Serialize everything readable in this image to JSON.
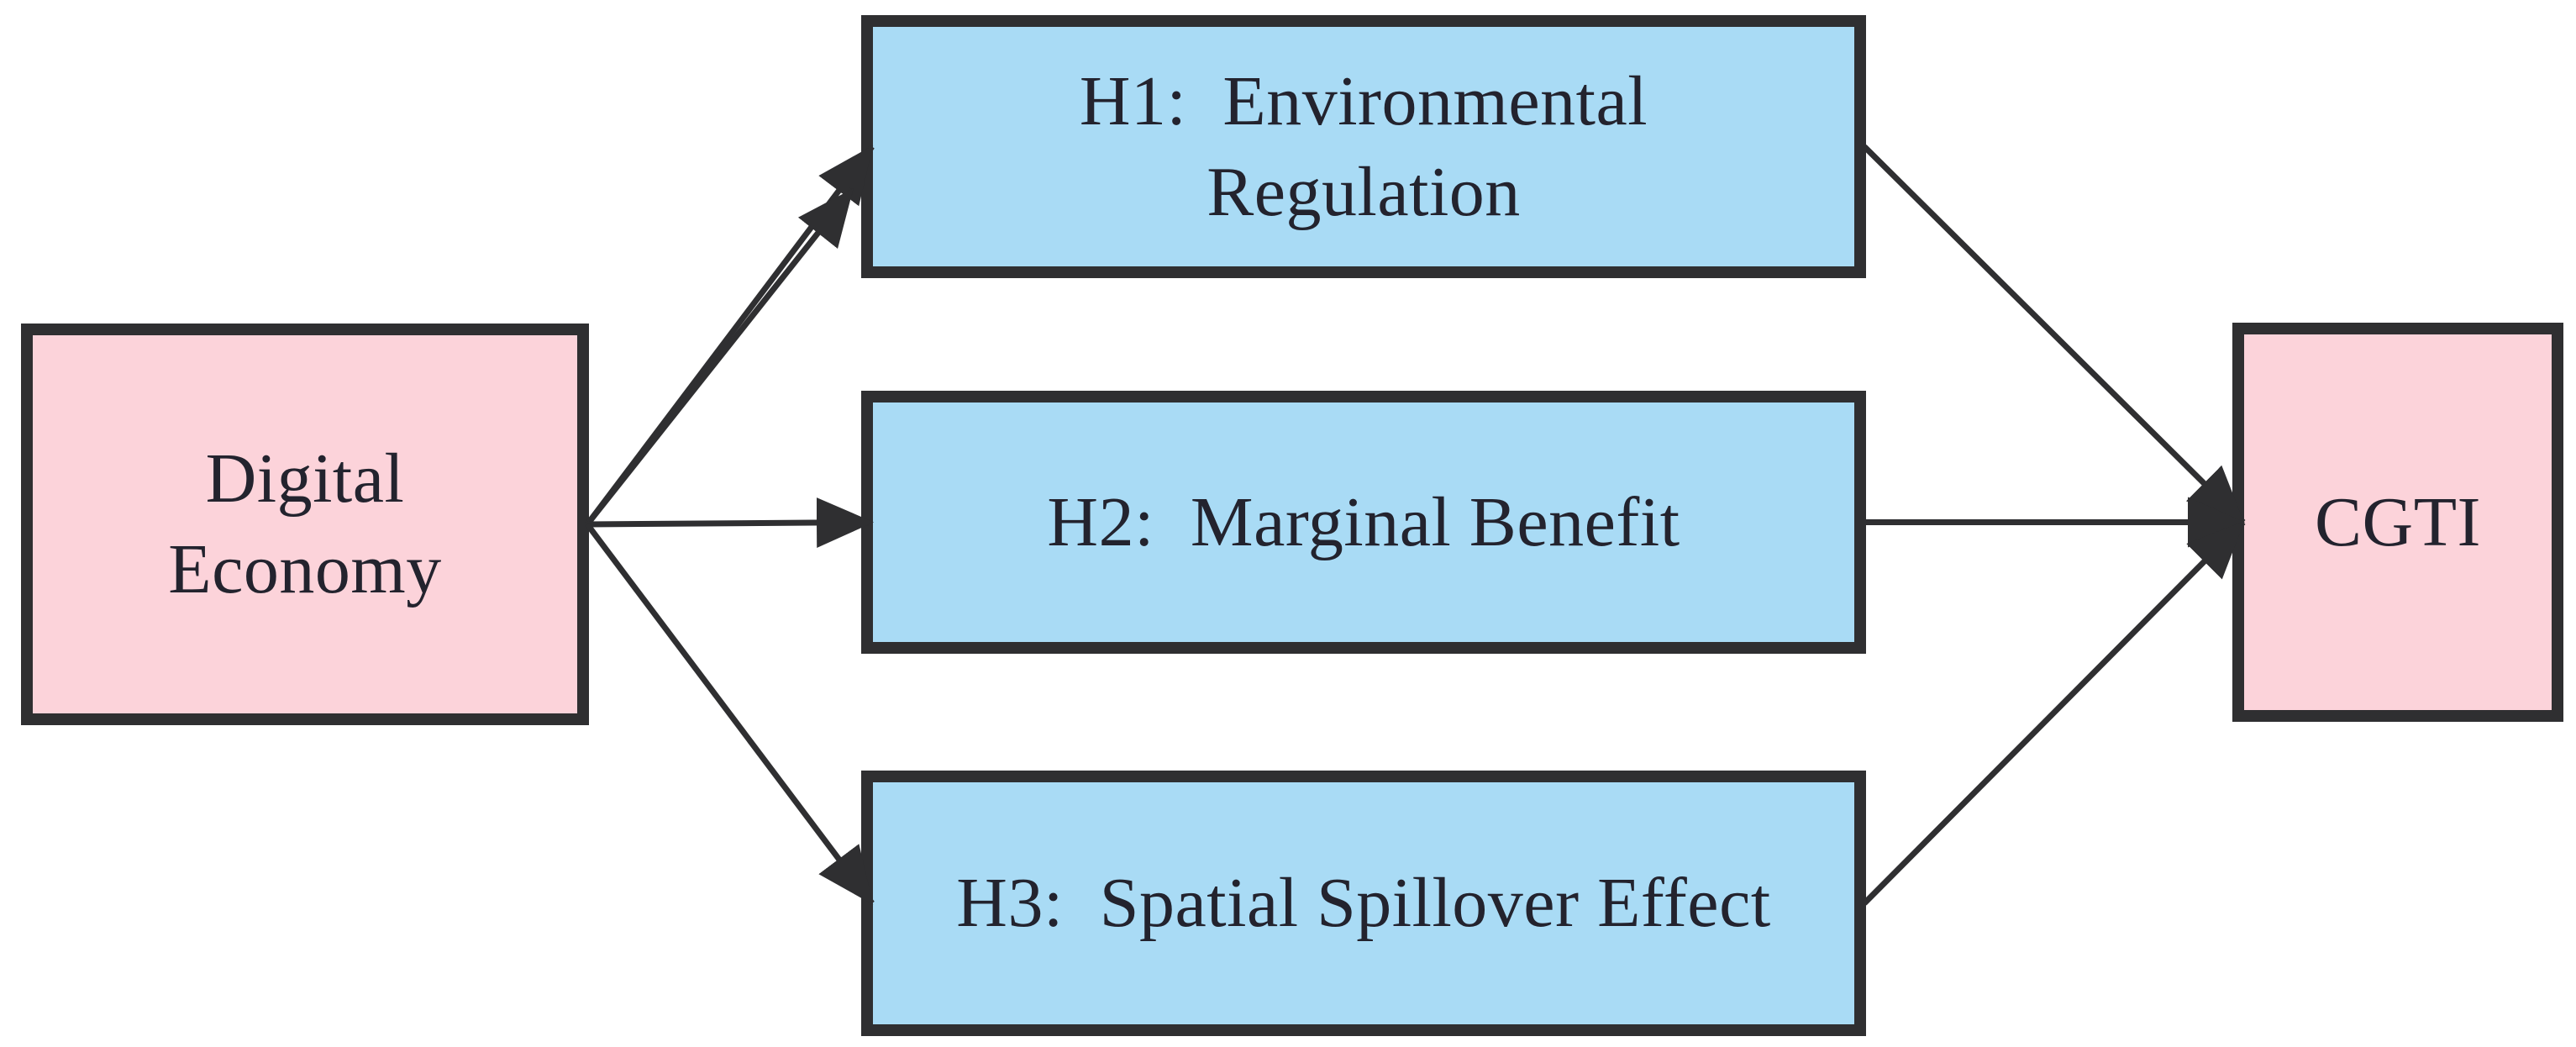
{
  "figure": {
    "type": "flow-diagram",
    "background": "#ffffff",
    "nodes": [
      {
        "id": "digital-economy",
        "label": "Digital\nEconomy",
        "fill": "#fcd3da"
      },
      {
        "id": "h1",
        "label": "H1:  Environmental\nRegulation",
        "fill": "#a9dbf5"
      },
      {
        "id": "h2",
        "label": "H2:  Marginal Benefit",
        "fill": "#a9dbf5"
      },
      {
        "id": "h3",
        "label": "H3:  Spatial Spillover Effect",
        "fill": "#a9dbf5"
      },
      {
        "id": "cgti",
        "label": "CGTI",
        "fill": "#fcd3da"
      }
    ],
    "edges": [
      {
        "from": "digital-economy",
        "to": "h1",
        "double_arrowhead": true
      },
      {
        "from": "digital-economy",
        "to": "h2"
      },
      {
        "from": "digital-economy",
        "to": "h3"
      },
      {
        "from": "h1",
        "to": "cgti"
      },
      {
        "from": "h2",
        "to": "cgti"
      },
      {
        "from": "h3",
        "to": "cgti"
      }
    ],
    "colors": {
      "border": "#2f2f31",
      "arrow": "#2f2f31",
      "text": "#23232e",
      "pink": "#fcd3da",
      "blue": "#a9dbf5"
    }
  }
}
